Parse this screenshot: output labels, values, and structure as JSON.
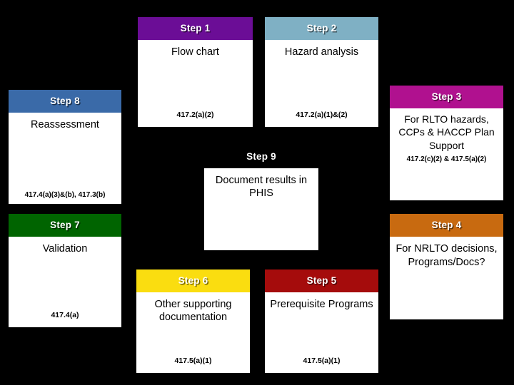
{
  "diagram": {
    "background_color": "#000000",
    "card_background": "#ffffff",
    "steps": [
      {
        "id": "step1",
        "header": "Step 1",
        "header_color": "#6B0D96",
        "title": "Flow chart",
        "citation": "417.2(a)(2)"
      },
      {
        "id": "step2",
        "header": "Step 2",
        "header_color": "#7FB0C4",
        "title": "Hazard analysis",
        "citation": "417.2(a)(1)&(2)"
      },
      {
        "id": "step3",
        "header": "Step 3",
        "header_color": "#B0118F",
        "title": "For RLTO hazards, CCPs  &  HACCP Plan Support",
        "citation": "417.2(c)(2) & 417.5(a)(2)"
      },
      {
        "id": "step4",
        "header": "Step 4",
        "header_color": "#C86A10",
        "title": "For NRLTO decisions, Programs/Docs?",
        "citation": ""
      },
      {
        "id": "step5",
        "header": "Step 5",
        "header_color": "#A50C0C",
        "title": "Prerequisite Programs",
        "citation": "417.5(a)(1)"
      },
      {
        "id": "step6",
        "header": "Step 6",
        "header_color": "#FADD10",
        "title": "Other supporting documentation",
        "citation": "417.5(a)(1)"
      },
      {
        "id": "step7",
        "header": "Step 7",
        "header_color": "#006400",
        "title": "Validation",
        "citation": "417.4(a)"
      },
      {
        "id": "step8",
        "header": "Step 8",
        "header_color": "#3A6AA8",
        "title": "Reassessment",
        "citation": "417.4(a)(3)&(b), 417.3(b)"
      },
      {
        "id": "step9",
        "header": "Step 9",
        "header_color": "#000000",
        "title": "Document results in PHIS",
        "citation": ""
      }
    ]
  }
}
